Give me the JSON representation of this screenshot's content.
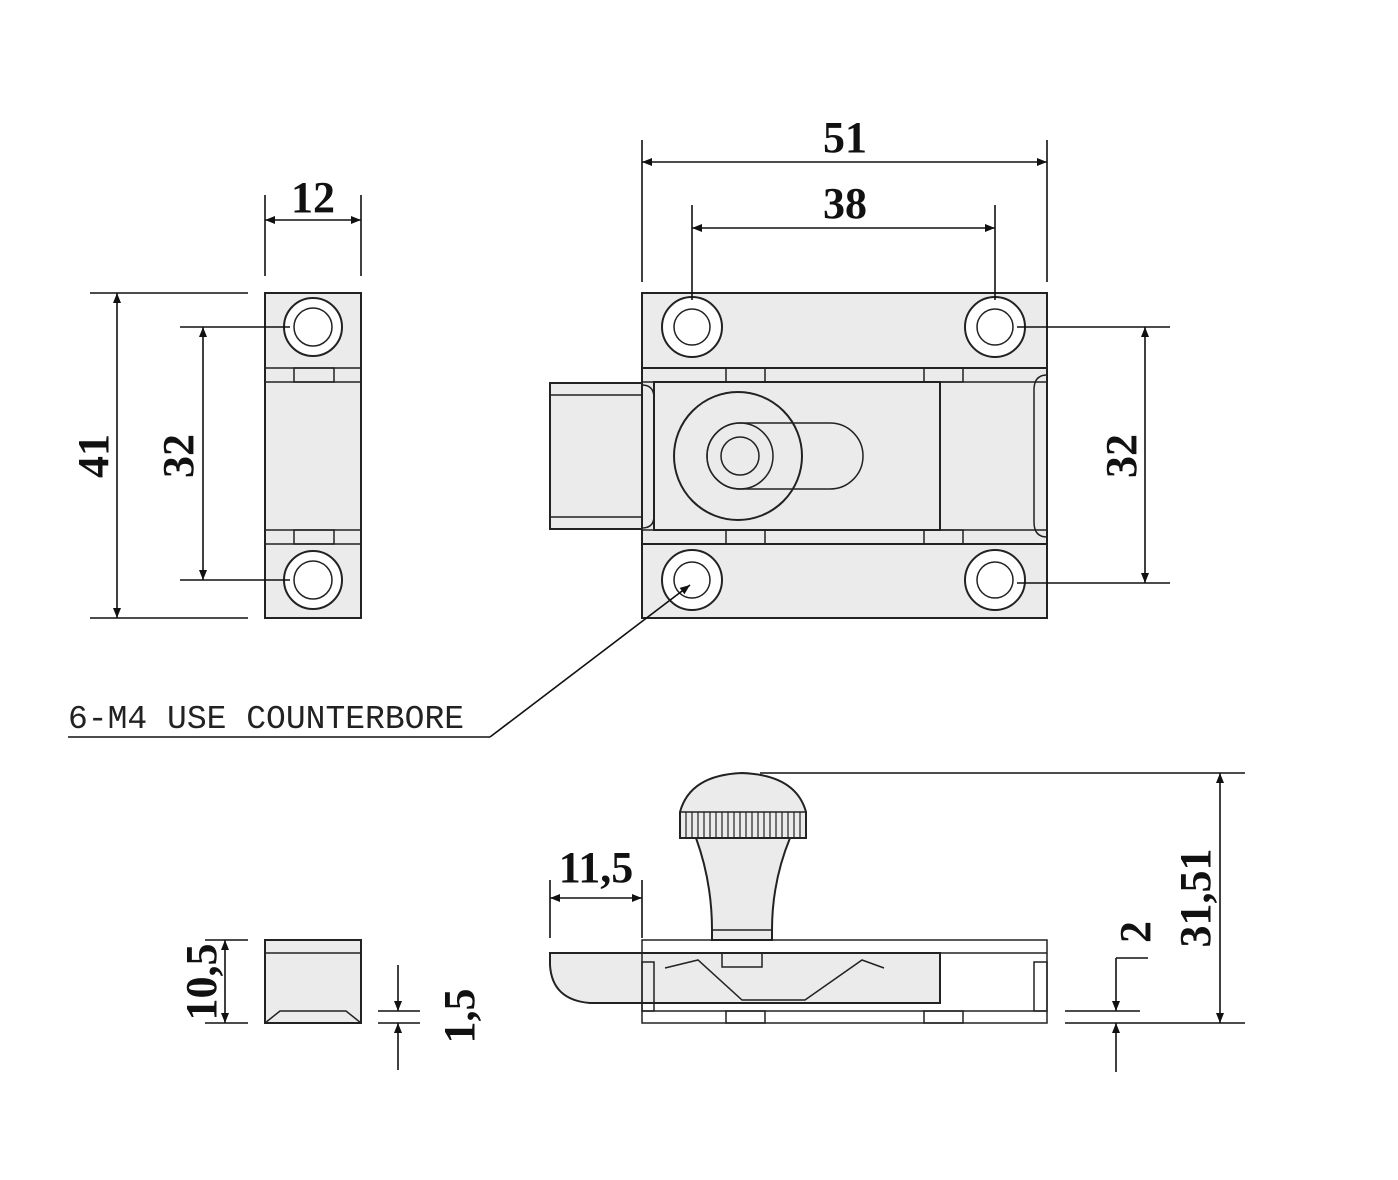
{
  "dimensions": {
    "front_overall_width": "51",
    "front_hole_spacing_horizontal": "38",
    "front_hole_spacing_vertical": "32",
    "keeper_width": "12",
    "keeper_overall_height": "41",
    "keeper_hole_spacing": "32",
    "keeper_depth": "10,5",
    "plate_thickness": "1,5",
    "bolt_projection": "11,5",
    "base_gap": "2",
    "overall_height": "31,51"
  },
  "callout": {
    "text": "6-M4 USE COUNTERBORE"
  }
}
